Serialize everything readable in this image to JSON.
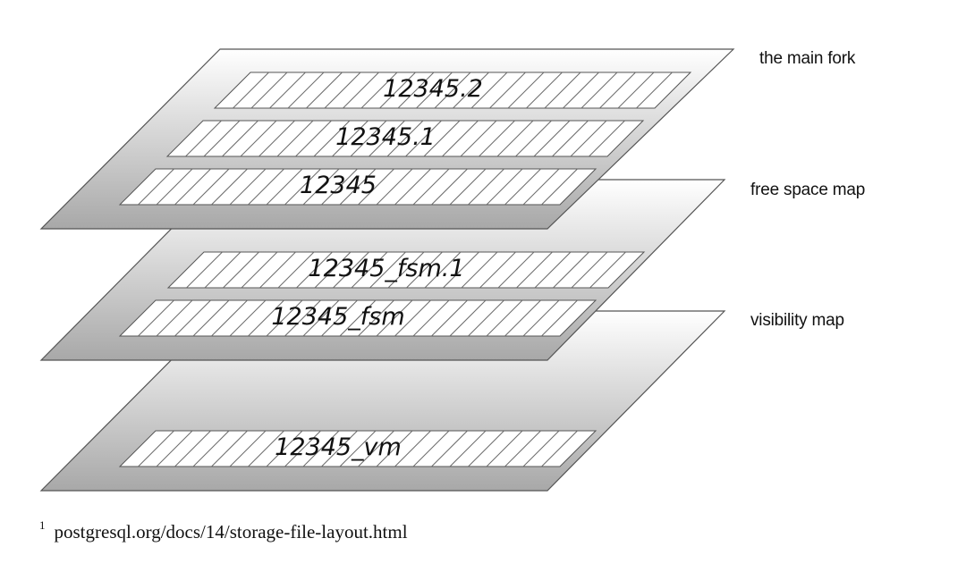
{
  "layers": [
    {
      "label": "the main fork",
      "files": [
        "12345.2",
        "12345.1",
        "12345"
      ]
    },
    {
      "label": "free space map",
      "files": [
        "12345_fsm.1",
        "12345_fsm"
      ]
    },
    {
      "label": "visibility map",
      "files": [
        "12345_vm"
      ]
    }
  ],
  "footnote": {
    "mark": "1",
    "text": "postgresql.org/docs/14/storage-file-layout.html"
  },
  "colors": {
    "plane_top": "#ffffff",
    "plane_bottom": "#a8a8a8",
    "outline": "#555555",
    "hatch": "#6a6a6a"
  }
}
